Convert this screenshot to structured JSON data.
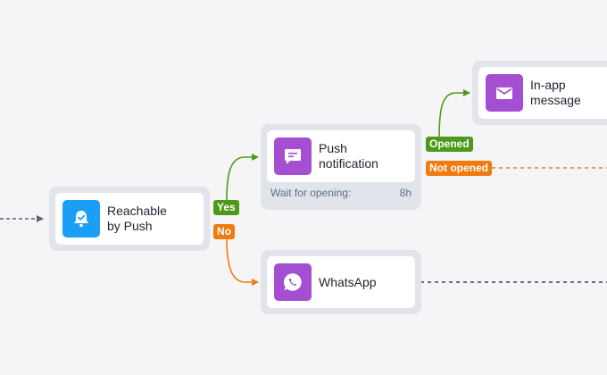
{
  "nodes": {
    "reachable": {
      "label": "Reachable\nby Push",
      "icon": "bell-check-icon",
      "color": "#1a9ef6"
    },
    "push": {
      "label": "Push\nnotification",
      "icon": "chat-bubble-icon",
      "color": "#a44fd1",
      "footer_label": "Wait for opening:",
      "footer_value": "8h"
    },
    "inapp": {
      "label": "In-app\nmessage",
      "icon": "envelope-icon",
      "color": "#a44fd1"
    },
    "whatsapp": {
      "label": "WhatsApp",
      "icon": "whatsapp-icon",
      "color": "#a44fd1"
    }
  },
  "branches": {
    "yes": "Yes",
    "no": "No",
    "opened": "Opened",
    "not_opened": "Not opened"
  },
  "colors": {
    "yes": "#4d9a1b",
    "no": "#f07b0e",
    "neutral": "#3a4556",
    "incoming": "#5a6475"
  }
}
